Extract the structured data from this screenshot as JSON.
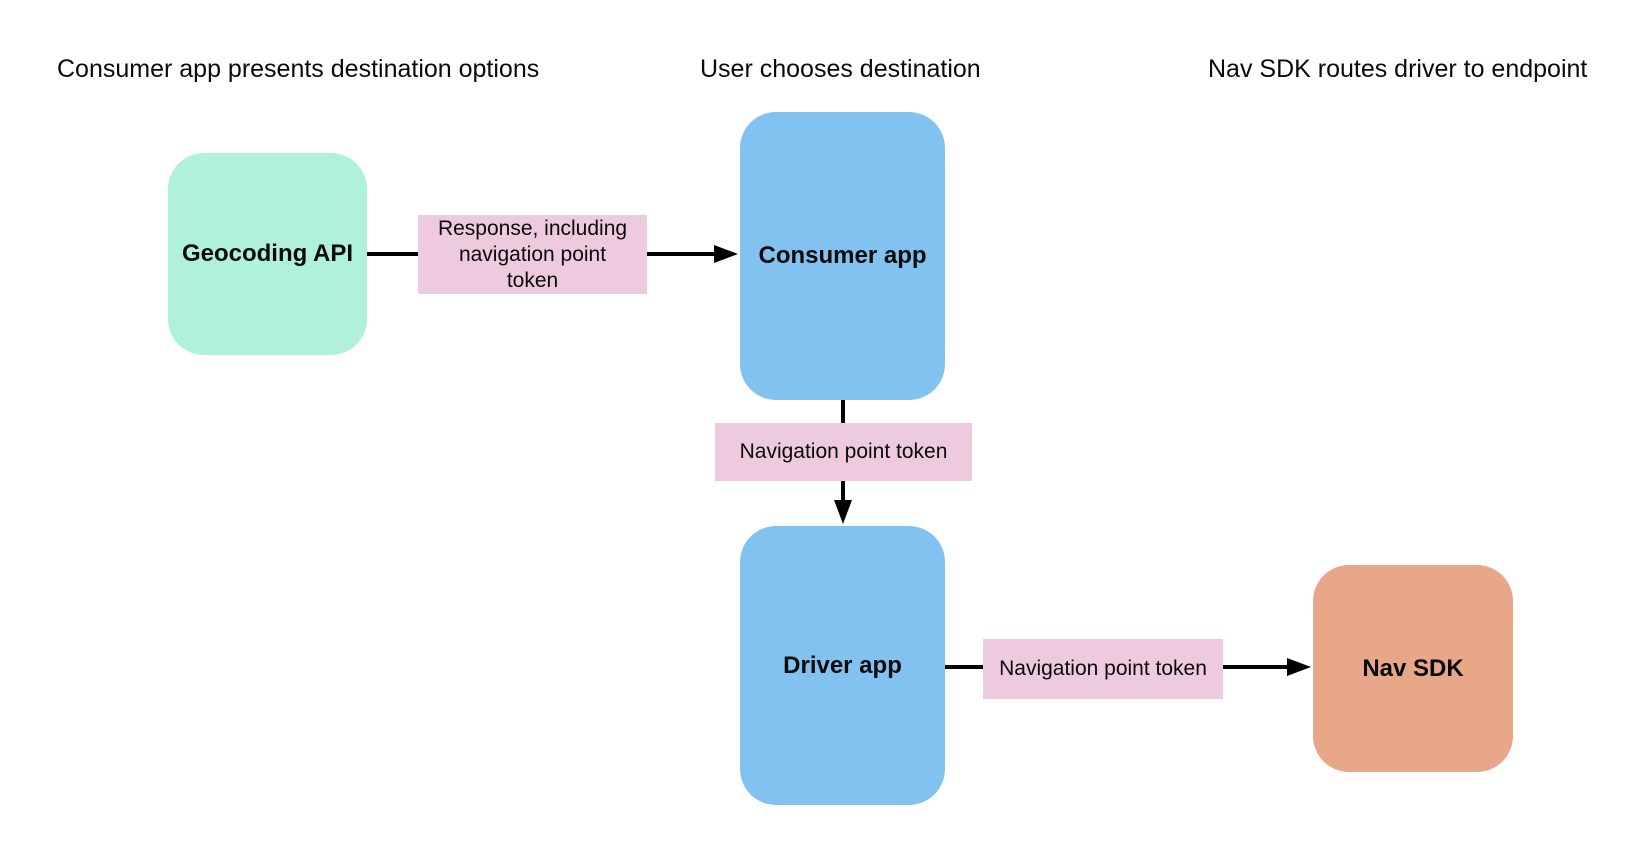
{
  "diagram": {
    "background": "#ffffff",
    "text_color": "#0a0a0a",
    "arrow_color": "#000000",
    "edge_label_bg": "#edcade",
    "phase_headers": [
      "Consumer app presents destination options",
      "User chooses destination",
      "Nav SDK routes driver to endpoint"
    ],
    "nodes": [
      {
        "id": "geocoding-api",
        "label": "Geocoding API",
        "fill": "#aff1db"
      },
      {
        "id": "consumer-app",
        "label": "Consumer app",
        "fill": "#81c2f1"
      },
      {
        "id": "driver-app",
        "label": "Driver app",
        "fill": "#81c2f1"
      },
      {
        "id": "nav-sdk",
        "label": "Nav SDK",
        "fill": "#e9a78a"
      }
    ],
    "edges": [
      {
        "from": "geocoding-api",
        "to": "consumer-app",
        "label": "Response, including navigation point token"
      },
      {
        "from": "consumer-app",
        "to": "driver-app",
        "label": "Navigation point token"
      },
      {
        "from": "driver-app",
        "to": "nav-sdk",
        "label": "Navigation point token"
      }
    ]
  }
}
